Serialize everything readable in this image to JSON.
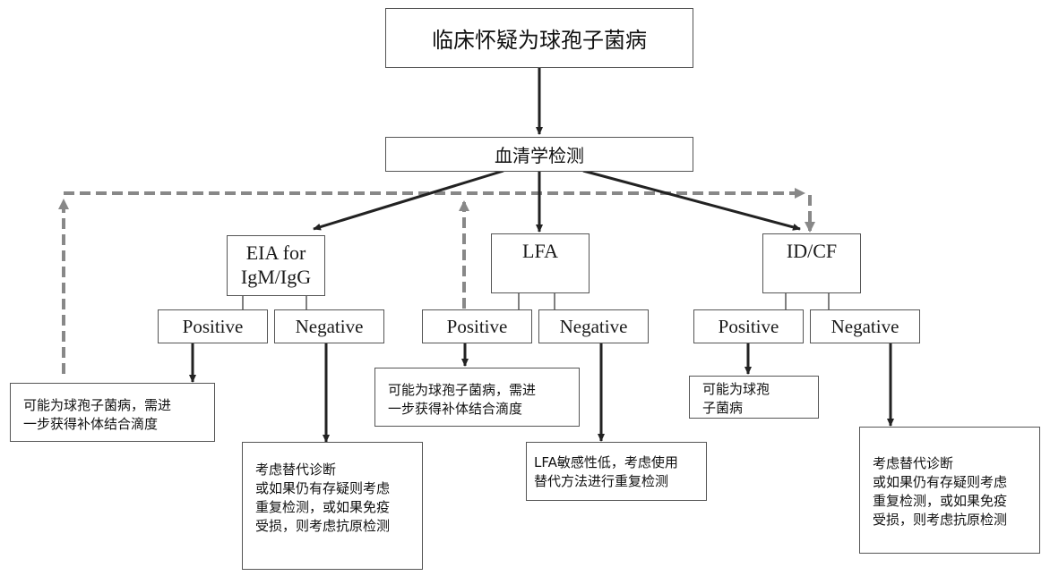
{
  "title": "临床怀疑为球孢子菌病",
  "serology": "血清学检测",
  "tests": [
    {
      "name": "EIA for IgM/IgG",
      "line1": "EIA for",
      "line2": "IgM/IgG",
      "positive": "Positive",
      "negative": "Negative",
      "positive_outcome": [
        "可能为球孢子菌病，需进",
        "一步获得补体结合滴度"
      ],
      "negative_outcome": [
        "考虑替代诊断",
        "或如果仍有存疑则考虑",
        "重复检测，或如果免疫",
        "受损，则考虑抗原检测"
      ]
    },
    {
      "name": "LFA",
      "line1": "LFA",
      "positive": "Positive",
      "negative": "Negative",
      "positive_outcome": [
        "可能为球孢子菌病，需进",
        "一步获得补体结合滴度"
      ],
      "negative_outcome": [
        "LFA敏感性低，考虑使用",
        "替代方法进行重复检测"
      ]
    },
    {
      "name": "ID/CF",
      "line1": "ID/CF",
      "positive": "Positive",
      "negative": "Negative",
      "positive_outcome": [
        "可能为球孢",
        "子菌病"
      ],
      "negative_outcome": [
        "考虑替代诊断",
        "或如果仍有存疑则考虑",
        "重复检测，或如果免疫",
        "受损，则考虑抗原检测"
      ]
    }
  ],
  "colors": {
    "solid_arrow": "#222222",
    "dashed_arrow": "#888888",
    "box_border": "#555555"
  }
}
